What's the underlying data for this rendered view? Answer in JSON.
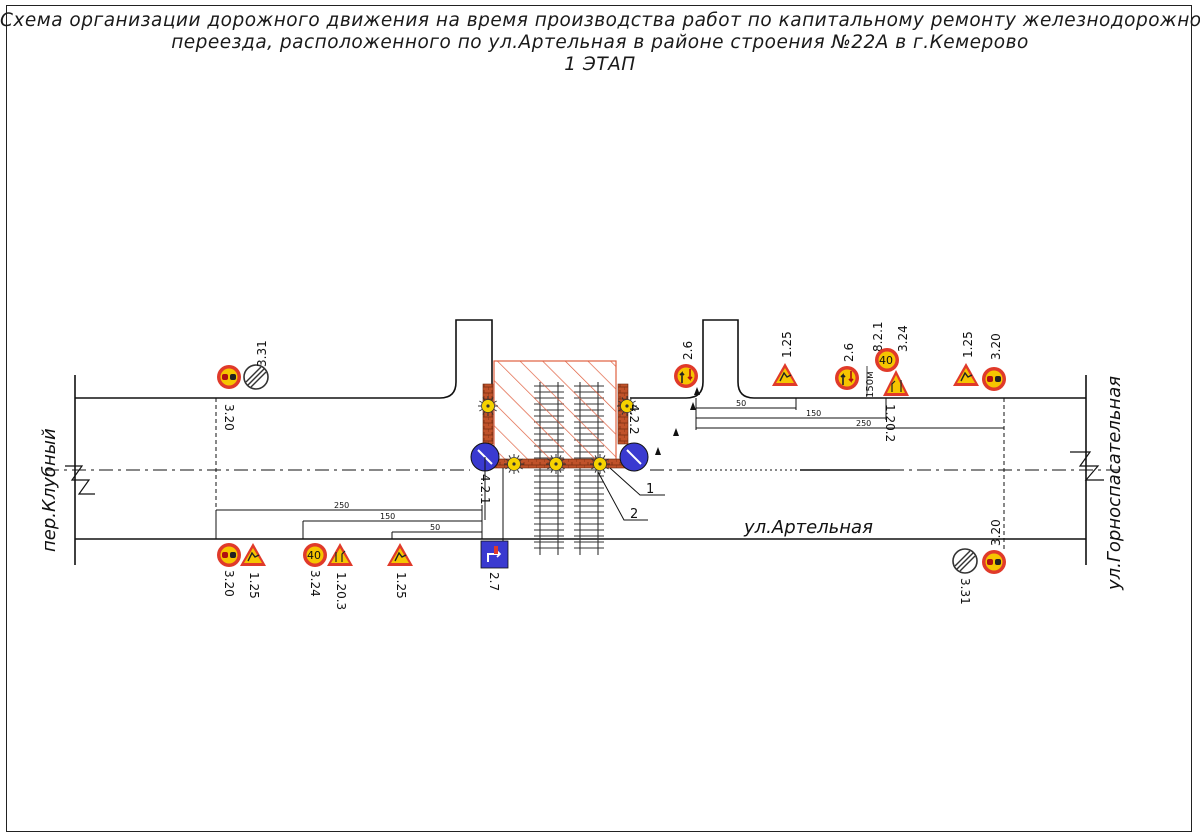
{
  "title": {
    "line1": "Схема организации дорожного движения на время производства работ по капитальному ремонту железнодорожного",
    "line2": "переезда, расположенного по ул.Артельная в районе строения №22А в г.Кемерово",
    "line3": "1 ЭТАП"
  },
  "streets": {
    "main": "ул.Артельная",
    "left": "пер.Клубный",
    "right": "ул.Горноспасательная"
  },
  "dimensions": {
    "top_50": "50",
    "top_150": "150",
    "top_250": "250",
    "bottom_250": "250",
    "bottom_150": "150",
    "bottom_50": "50"
  },
  "sign_codes": {
    "s320_tl": "3.20",
    "s331_tl": "3.31",
    "s26_left": "2.6",
    "s125_top": "1.25",
    "s26_right": "2.6",
    "s821": "8.2.1",
    "s324_top": "3.24",
    "s120_top": "1.20.2",
    "s125_tr": "1.25",
    "s320_tr": "3.20",
    "s422": "4.2.2",
    "s421": "4.2.1",
    "s320_bl": "3.20",
    "s125_bl": "1.25",
    "s324_bl": "3.24",
    "s1203_bl": "1.20.3",
    "s125_bm": "1.25",
    "s27": "2.7",
    "s320_br": "3.20",
    "s331_br": "3.31"
  },
  "distance_plate": "150м",
  "speed_limit": "40",
  "callouts": {
    "c1": "1",
    "c2": "2"
  },
  "colors": {
    "sign_red": "#e03a2a",
    "sign_yellow": "#f6c500",
    "sign_blue": "#3a3ad0",
    "brick": "#c0522a",
    "hatch": "#e06040"
  }
}
